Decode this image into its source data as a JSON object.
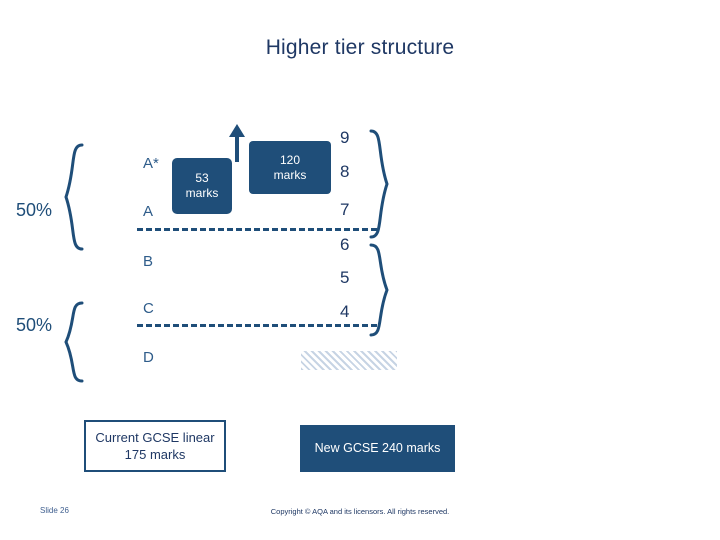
{
  "slide": {
    "title": "Higher tier structure",
    "percent_labels": [
      {
        "id": "top",
        "text": "50%"
      },
      {
        "id": "bottom",
        "text": "50%"
      }
    ],
    "grades_old": [
      "A*",
      "A",
      "B",
      "C",
      "D"
    ],
    "grades_new": [
      "9",
      "8",
      "7",
      "6",
      "5",
      "4"
    ],
    "marks_boxes": [
      {
        "id": "paper",
        "line1": "53",
        "line2": "marks"
      },
      {
        "id": "total",
        "line1": "120",
        "line2": "marks"
      }
    ],
    "bottom_labels": {
      "current": "Current GCSE linear 175 marks",
      "new": "New GCSE 240 marks"
    },
    "footer": {
      "slide_number": "Slide 26",
      "copyright": "Copyright © AQA and its licensors. All rights reserved."
    },
    "colors": {
      "brand_dark": "#1f3864",
      "brand": "#1f4e79",
      "grade_text": "#2e5c8a",
      "hatch": "#c7d4e4"
    }
  }
}
